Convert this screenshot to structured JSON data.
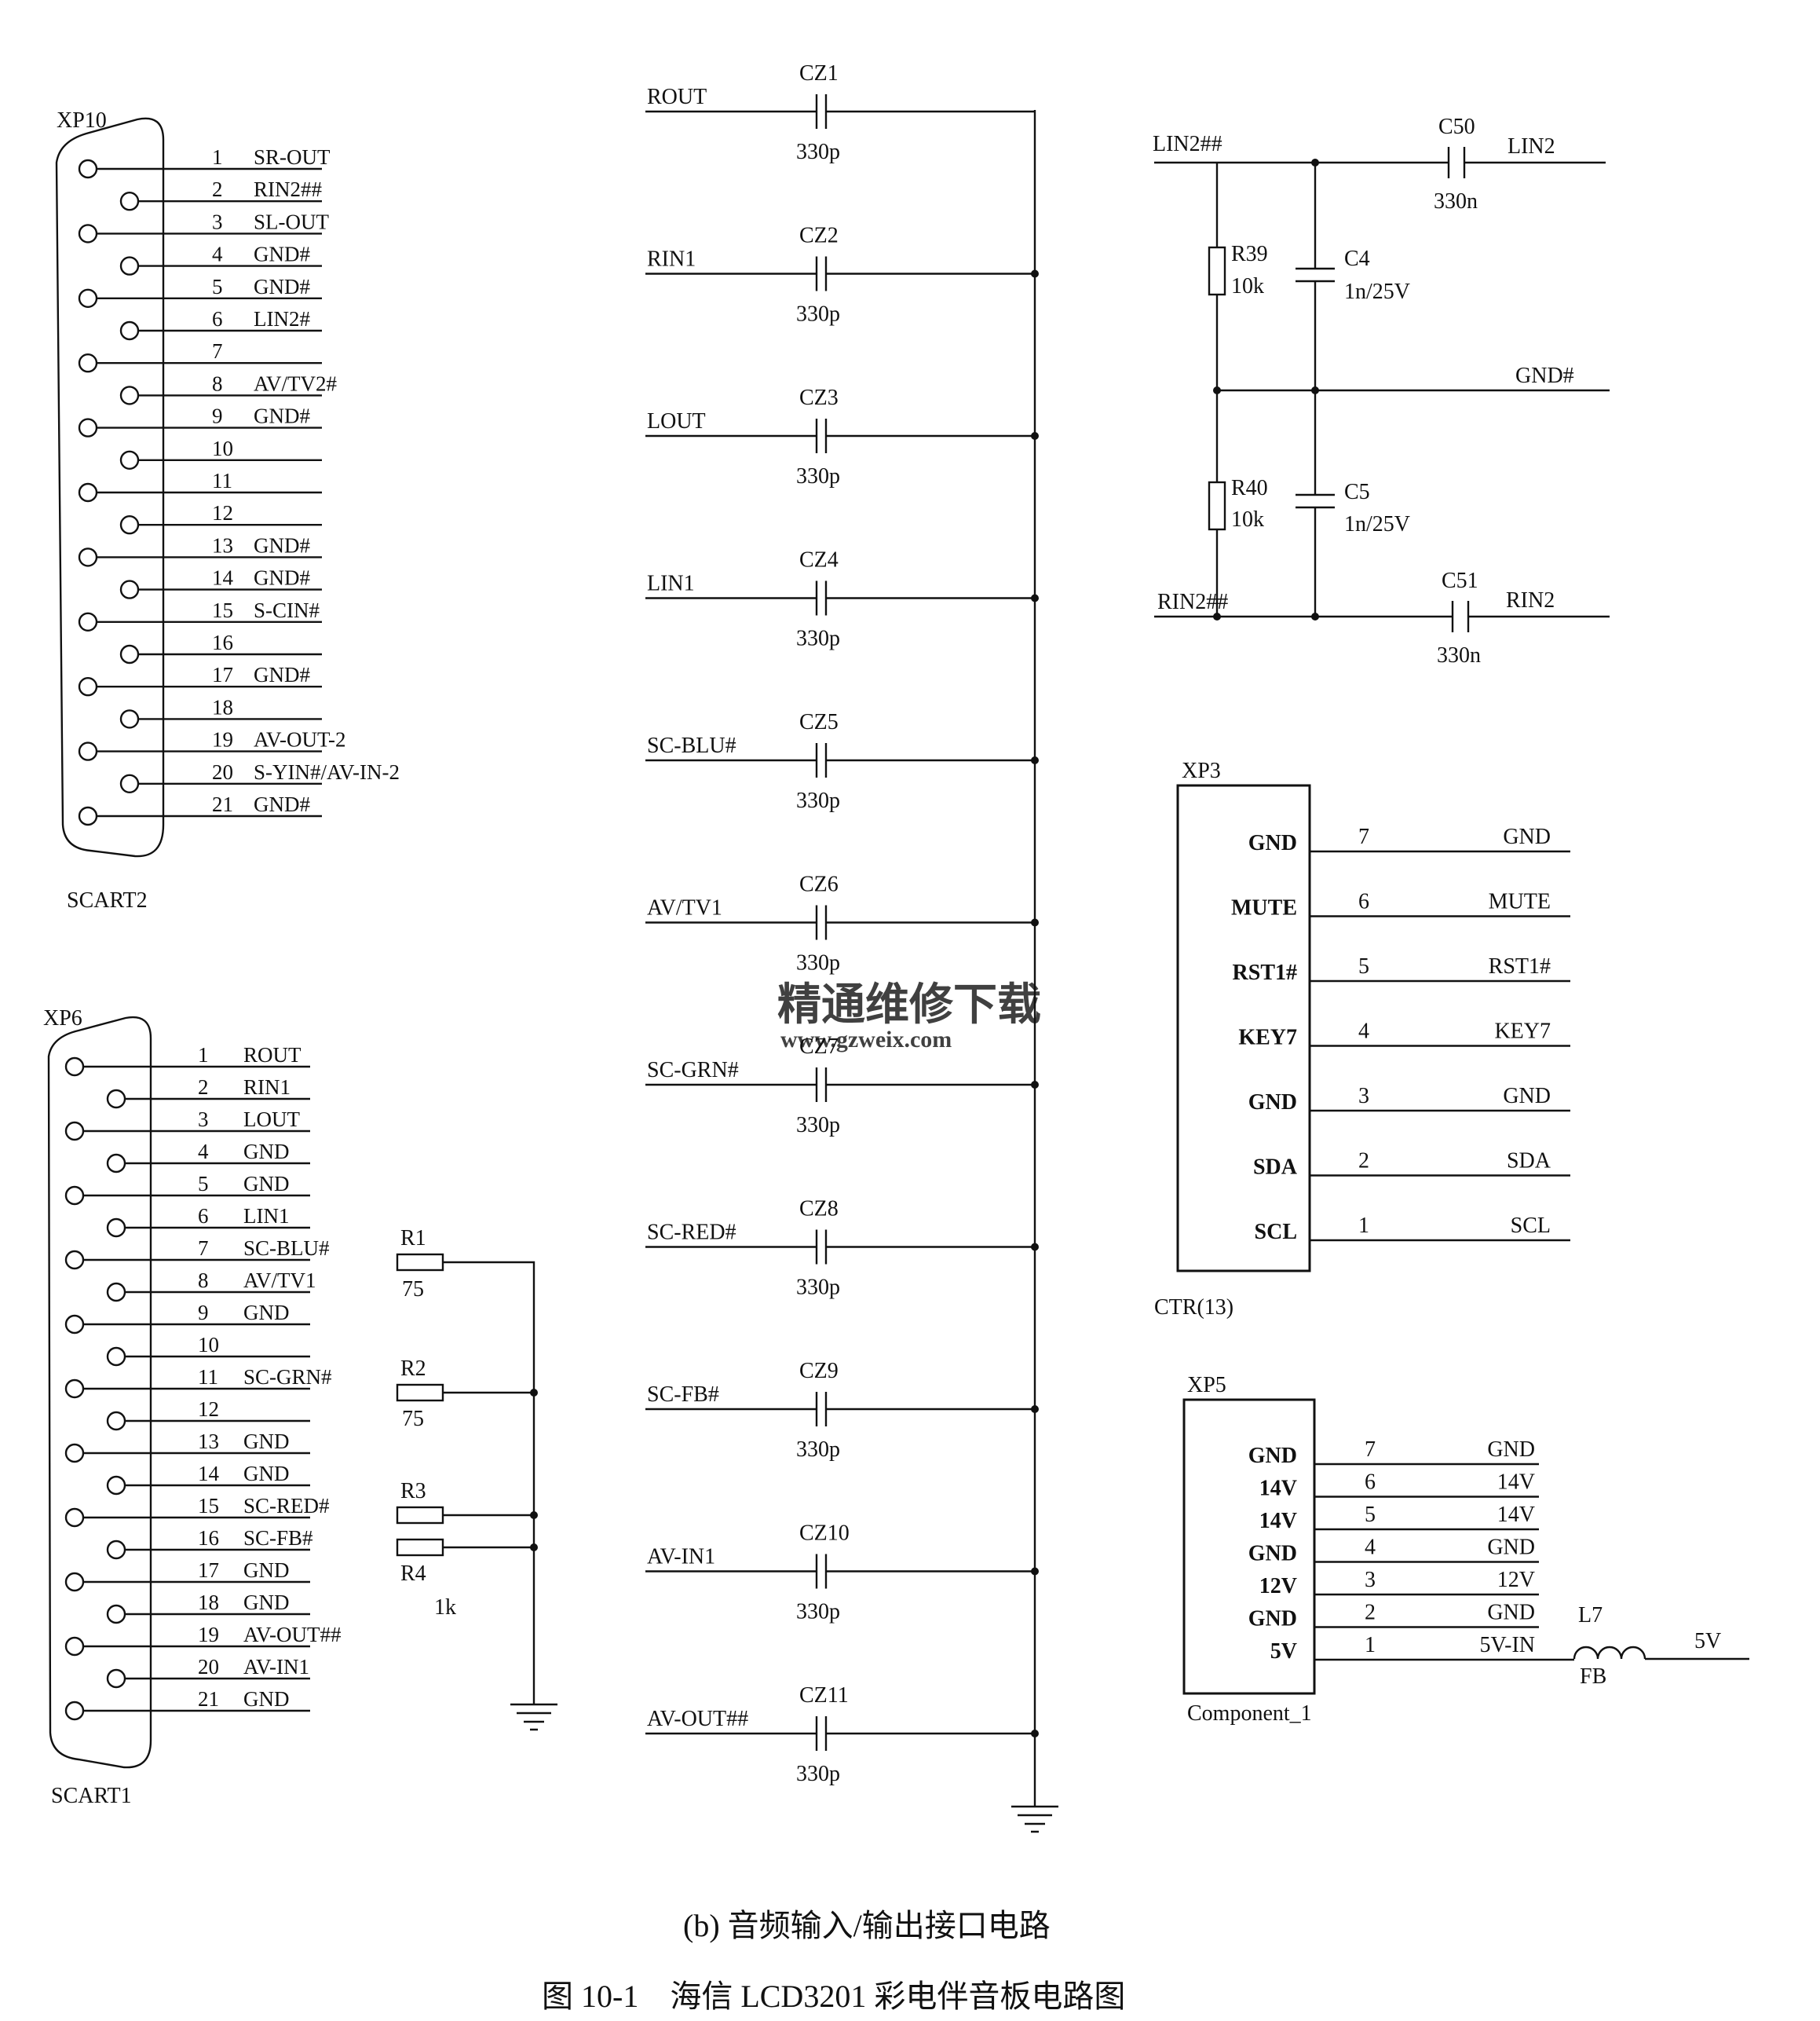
{
  "scart2": {
    "ref": "XP10",
    "name": "SCART2",
    "pins": [
      {
        "n": "1",
        "label": "SR-OUT"
      },
      {
        "n": "2",
        "label": "RIN2##"
      },
      {
        "n": "3",
        "label": "SL-OUT"
      },
      {
        "n": "4",
        "label": "GND#"
      },
      {
        "n": "5",
        "label": "GND#"
      },
      {
        "n": "6",
        "label": "LIN2#"
      },
      {
        "n": "7",
        "label": ""
      },
      {
        "n": "8",
        "label": "AV/TV2#"
      },
      {
        "n": "9",
        "label": "GND#"
      },
      {
        "n": "10",
        "label": ""
      },
      {
        "n": "11",
        "label": ""
      },
      {
        "n": "12",
        "label": ""
      },
      {
        "n": "13",
        "label": "GND#"
      },
      {
        "n": "14",
        "label": "GND#"
      },
      {
        "n": "15",
        "label": "S-CIN#"
      },
      {
        "n": "16",
        "label": ""
      },
      {
        "n": "17",
        "label": "GND#"
      },
      {
        "n": "18",
        "label": ""
      },
      {
        "n": "19",
        "label": "AV-OUT-2"
      },
      {
        "n": "20",
        "label": "S-YIN#/AV-IN-2"
      },
      {
        "n": "21",
        "label": "GND#"
      }
    ]
  },
  "scart1": {
    "ref": "XP6",
    "name": "SCART1",
    "pins": [
      {
        "n": "1",
        "label": "ROUT"
      },
      {
        "n": "2",
        "label": "RIN1"
      },
      {
        "n": "3",
        "label": "LOUT"
      },
      {
        "n": "4",
        "label": "GND"
      },
      {
        "n": "5",
        "label": "GND"
      },
      {
        "n": "6",
        "label": "LIN1"
      },
      {
        "n": "7",
        "label": "SC-BLU#"
      },
      {
        "n": "8",
        "label": "AV/TV1"
      },
      {
        "n": "9",
        "label": "GND"
      },
      {
        "n": "10",
        "label": ""
      },
      {
        "n": "11",
        "label": "SC-GRN#"
      },
      {
        "n": "12",
        "label": ""
      },
      {
        "n": "13",
        "label": "GND"
      },
      {
        "n": "14",
        "label": "GND"
      },
      {
        "n": "15",
        "label": "SC-RED#"
      },
      {
        "n": "16",
        "label": "SC-FB#"
      },
      {
        "n": "17",
        "label": "GND"
      },
      {
        "n": "18",
        "label": "GND"
      },
      {
        "n": "19",
        "label": "AV-OUT##"
      },
      {
        "n": "20",
        "label": "AV-IN1"
      },
      {
        "n": "21",
        "label": "GND"
      }
    ]
  },
  "resistors": [
    {
      "ref": "R1",
      "value": "75"
    },
    {
      "ref": "R2",
      "value": "75"
    },
    {
      "ref": "R3",
      "value": ""
    },
    {
      "ref": "R4",
      "value": "1k"
    }
  ],
  "capacitor_bank": [
    {
      "net": "ROUT",
      "ref": "CZ1",
      "value": "330p"
    },
    {
      "net": "RIN1",
      "ref": "CZ2",
      "value": "330p"
    },
    {
      "net": "LOUT",
      "ref": "CZ3",
      "value": "330p"
    },
    {
      "net": "LIN1",
      "ref": "CZ4",
      "value": "330p"
    },
    {
      "net": "SC-BLU#",
      "ref": "CZ5",
      "value": "330p"
    },
    {
      "net": "AV/TV1",
      "ref": "CZ6",
      "value": "330p"
    },
    {
      "net": "SC-GRN#",
      "ref": "CZ7",
      "value": "330p"
    },
    {
      "net": "SC-RED#",
      "ref": "CZ8",
      "value": "330p"
    },
    {
      "net": "SC-FB#",
      "ref": "CZ9",
      "value": "330p"
    },
    {
      "net": "AV-IN1",
      "ref": "CZ10",
      "value": "330p"
    },
    {
      "net": "AV-OUT##",
      "ref": "CZ11",
      "value": "330p"
    }
  ],
  "filter": {
    "lin2_in": "LIN2##",
    "lin2_out": "LIN2",
    "rin2_in": "RIN2##",
    "rin2_out": "RIN2",
    "gnd": "GND#",
    "c50": {
      "ref": "C50",
      "value": "330n"
    },
    "c51": {
      "ref": "C51",
      "value": "330n"
    },
    "r39": {
      "ref": "R39",
      "value": "10k"
    },
    "r40": {
      "ref": "R40",
      "value": "10k"
    },
    "c4": {
      "ref": "C4",
      "value": "1n/25V"
    },
    "c5": {
      "ref": "C5",
      "value": "1n/25V"
    }
  },
  "xp3": {
    "ref": "XP3",
    "name": "CTR(13)",
    "pins": [
      {
        "inner": "GND",
        "n": "7",
        "outer": "GND"
      },
      {
        "inner": "MUTE",
        "n": "6",
        "outer": "MUTE"
      },
      {
        "inner": "RST1#",
        "n": "5",
        "outer": "RST1#"
      },
      {
        "inner": "KEY7",
        "n": "4",
        "outer": "KEY7"
      },
      {
        "inner": "GND",
        "n": "3",
        "outer": "GND"
      },
      {
        "inner": "SDA",
        "n": "2",
        "outer": "SDA"
      },
      {
        "inner": "SCL",
        "n": "1",
        "outer": "SCL"
      }
    ]
  },
  "xp5": {
    "ref": "XP5",
    "name": "Component_1",
    "pins": [
      {
        "inner": "GND",
        "n": "7",
        "outer": "GND"
      },
      {
        "inner": "14V",
        "n": "6",
        "outer": "14V"
      },
      {
        "inner": "14V",
        "n": "5",
        "outer": "14V"
      },
      {
        "inner": "GND",
        "n": "4",
        "outer": "GND"
      },
      {
        "inner": "12V",
        "n": "3",
        "outer": "12V"
      },
      {
        "inner": "GND",
        "n": "2",
        "outer": "GND"
      },
      {
        "inner": "5V",
        "n": "1",
        "outer": "5V-IN"
      }
    ]
  },
  "inductor": {
    "ref": "L7",
    "type": "FB",
    "net": "5V"
  },
  "watermark": {
    "cn": "精通维修下载",
    "url": "www.gzweix.com"
  },
  "captions": {
    "sub": "(b) 音频输入/输出接口电路",
    "main": "图 10-1　海信 LCD3201 彩电伴音板电路图"
  },
  "colors": {
    "ink": "#111111",
    "watermark": "#f39a78"
  }
}
